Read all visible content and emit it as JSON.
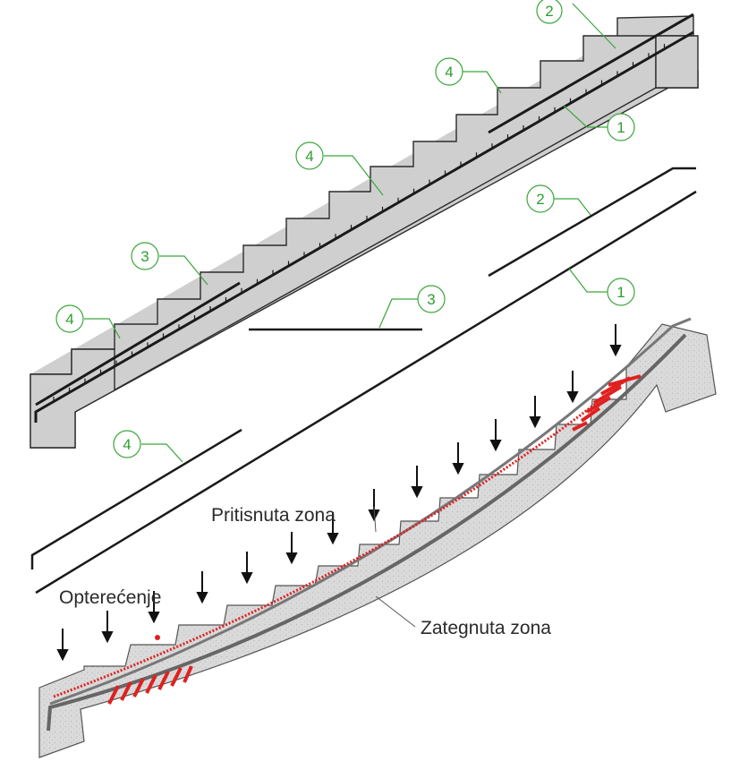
{
  "labels": {
    "compression_zone": "Pritisnuta zona",
    "tension_zone": "Zategnuta zona",
    "load": "Opterećenje"
  },
  "callouts": [
    "1",
    "2",
    "3",
    "4",
    "1",
    "2",
    "4",
    "3",
    "4",
    "4"
  ],
  "colors": {
    "concrete": "#d0d0d0",
    "outline": "#2b2b2b",
    "callout_green": "#3aa63a",
    "rebar": "#1a1a1a",
    "zone_red": "#e02020"
  }
}
